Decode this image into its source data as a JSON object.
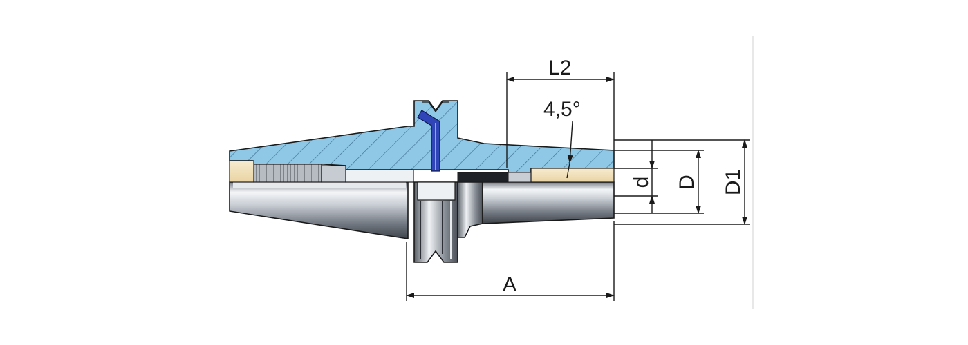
{
  "drawing": {
    "title": "",
    "colors": {
      "section": "#8ec8e6",
      "hatch": "#3d6e8f",
      "steel_dark": "#5b616a",
      "steel_light": "#f2f4f6",
      "brass": "#f3e3c0",
      "pin": "#2f45b8",
      "line": "#1a1a1a"
    },
    "dimensions": {
      "L2": "L2",
      "angle": "4,5°",
      "d": "d",
      "D": "D",
      "D1": "D1",
      "A": "A"
    }
  }
}
